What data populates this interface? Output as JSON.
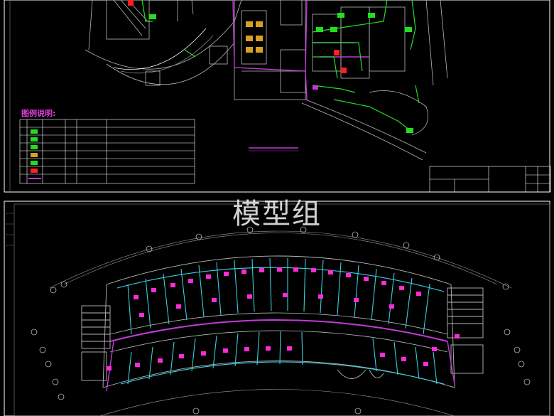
{
  "watermark": "模型组",
  "legend": {
    "title": "图例说明:",
    "rows": 8
  },
  "colors": {
    "background": "#000000",
    "frame": "#ffffff",
    "wall": "#b8b8b8",
    "pipe_magenta": "#c23bd6",
    "pipe_green": "#22dd22",
    "partition_cyan": "#37d0e0",
    "device_magenta": "#ff2bd6"
  }
}
